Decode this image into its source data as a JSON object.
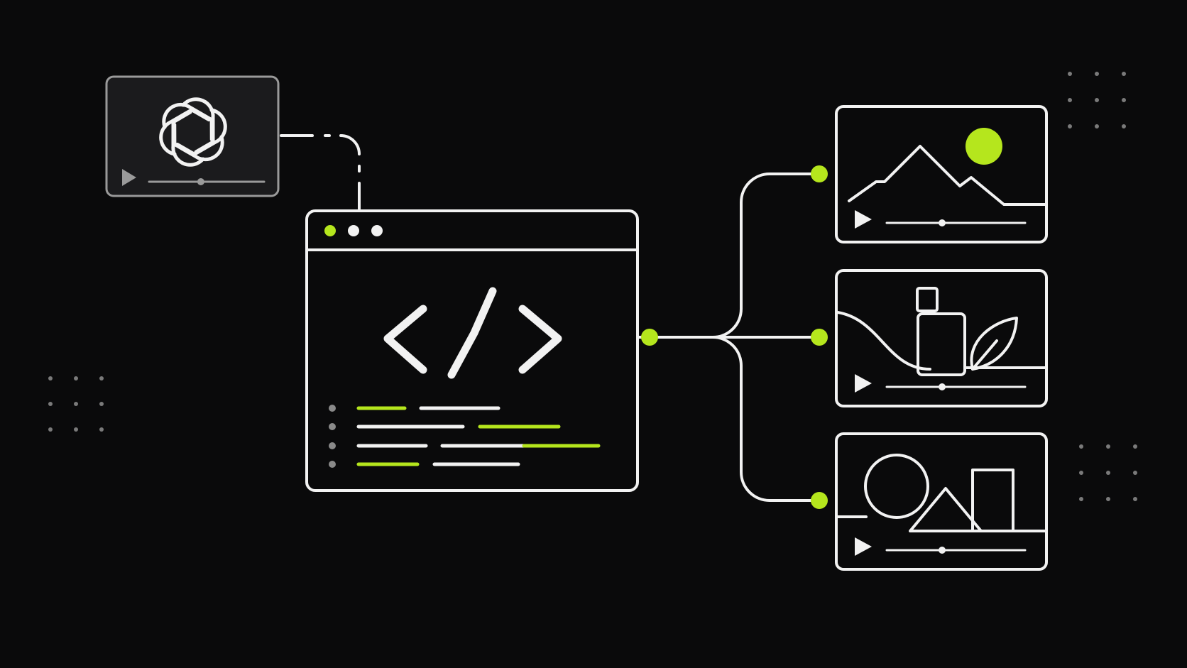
{
  "colors": {
    "background": "#0a0a0b",
    "line": "#f2f2f2",
    "line_dim": "#9a9a9a",
    "accent": "#b5e61d",
    "dot_grid": "#7a7a7a",
    "card_fill": "#1b1b1d"
  },
  "icons": {
    "ai_logo": "openai-knot-icon",
    "code": "code-brackets-icon",
    "play": "play-icon",
    "landscape": "mountain-landscape-icon",
    "product": "bottle-leaf-icon",
    "shapes": "circle-triangle-square-icon"
  },
  "source_video": {
    "progress": 0.45
  },
  "editor": {
    "window_dots": [
      "accent",
      "line",
      "line"
    ],
    "code_line_count": 4
  },
  "outputs": [
    {
      "id": "landscape",
      "progress": 0.4
    },
    {
      "id": "product",
      "progress": 0.4
    },
    {
      "id": "shapes",
      "progress": 0.4
    }
  ]
}
